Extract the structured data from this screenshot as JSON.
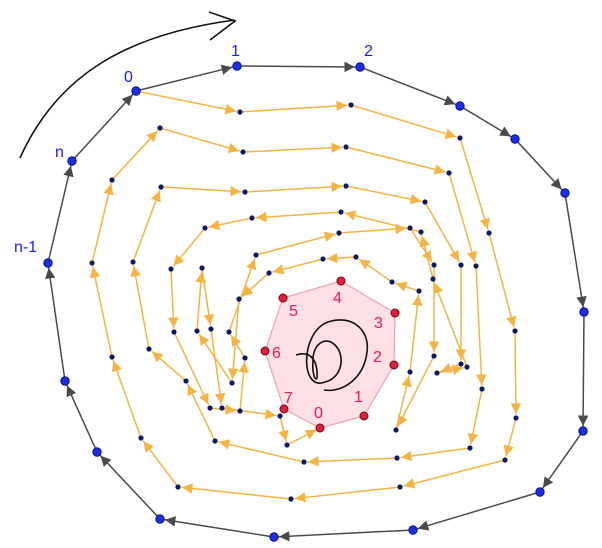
{
  "diagram": {
    "colors": {
      "outer_edge": "#4a4a4a",
      "spiral_edge": "#f5b342",
      "outer_node": "#1a2ee6",
      "small_node": "#0e1a66",
      "inner_node": "#e0203a",
      "inner_fill": "#fde0e4",
      "inner_edge": "#f0a0b0",
      "outer_label": "#1a1aff",
      "inner_label": "#e8194d",
      "doodle": "#111111"
    },
    "outer_labels": [
      "0",
      "1",
      "2",
      "n",
      "n-1"
    ],
    "inner_labels": [
      "0",
      "1",
      "2",
      "3",
      "4",
      "5",
      "6",
      "7"
    ]
  }
}
